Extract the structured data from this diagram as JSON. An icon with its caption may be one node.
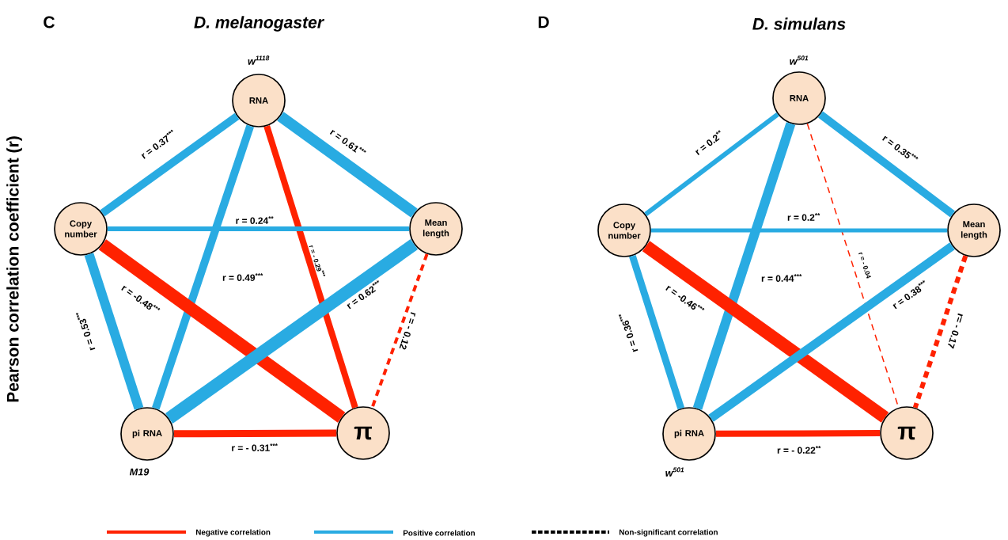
{
  "diagram": {
    "nodes": [
      {
        "text": [
          "RNA"
        ],
        "beside": [
          "w$^{1118}$"
        ]
      },
      {
        "text": [
          "Copy number"
        ]
      },
      {
        "text": [
          "Mean length"
        ]
      },
      {
        "text": [
          "pi RNA"
        ],
        "beside": [
          "M19"
        ]
      },
      {
        "text": [
          "π"
        ]
      },
      {
        "text": [
          "RNA"
        ],
        "beside": [
          "w$^{501}$"
        ]
      },
      {
        "text": [
          "Copy number"
        ]
      },
      {
        "text": [
          "Mean length"
        ]
      },
      {
        "text": [
          "pi RNA"
        ],
        "beside": [
          "w$^{501}$"
        ]
      },
      {
        "text": [
          "π"
        ]
      }
    ],
    "edges": [
      {
        "from": 0,
        "to": 1,
        "arrow": "none",
        "label": "r = 0.37$^{***}$"
      },
      {
        "from": 0,
        "to": 2,
        "arrow": "none",
        "label": "r = 0.61$^{***}$"
      },
      {
        "from": 0,
        "to": 3,
        "arrow": "none",
        "label": "r = 0.49$^{***}$"
      },
      {
        "from": 0,
        "to": 4,
        "arrow": "none",
        "label": "r = - 0.29$^{***}$",
        "color": "#ff2200"
      },
      {
        "from": 1,
        "to": 2,
        "arrow": "none",
        "label": "r = 0.24$^{**}$"
      },
      {
        "from": 1,
        "to": 3,
        "arrow": "none",
        "label": "r = 0.53$^{***}$"
      },
      {
        "from": 1,
        "to": 4,
        "arrow": "none",
        "label": "r = -0.48$^{***}$",
        "color": "#ff2200"
      },
      {
        "from": 2,
        "to": 3,
        "arrow": "none",
        "label": "r = 0.62$^{***}$"
      },
      {
        "from": 2,
        "to": 4,
        "arrow": "none",
        "label": "r = - 0.12",
        "style": "dashed",
        "color": "#ff2200"
      },
      {
        "from": 3,
        "to": 4,
        "arrow": "none",
        "label": "r = - 0.31$^{***}$",
        "color": "#ff2200"
      },
      {
        "from": 5,
        "to": 6,
        "arrow": "none",
        "label": "r = 0.2$^{**}$"
      },
      {
        "from": 5,
        "to": 7,
        "arrow": "none",
        "label": "r = 0.35$^{***}$"
      },
      {
        "from": 5,
        "to": 8,
        "arrow": "none",
        "label": "r = 0.44$^{***}$"
      },
      {
        "from": 5,
        "to": 9,
        "arrow": "none",
        "label": "r = - 0.04",
        "style": "dashed",
        "color": "#ff2200"
      },
      {
        "from": 6,
        "to": 7,
        "arrow": "none",
        "label": "r = 0.2$^{**}$"
      },
      {
        "from": 6,
        "to": 8,
        "arrow": "none",
        "label": "r = 0.36$^{***}$"
      },
      {
        "from": 6,
        "to": 9,
        "arrow": "none",
        "label": "r = -0.46$^{***}$",
        "color": "#ff2200"
      },
      {
        "from": 7,
        "to": 8,
        "arrow": "none",
        "label": "r = 0.38$^{***}$"
      },
      {
        "from": 7,
        "to": 9,
        "arrow": "none",
        "label": "r= - 0.17",
        "style": "dashed",
        "color": "#ff2200"
      },
      {
        "from": 8,
        "to": 9,
        "arrow": "none",
        "label": "r = - 0.22$^{**}$",
        "color": "#ff2200"
      }
    ],
    "labels": [
      "C",
      "D. melanogaster",
      "D",
      "D. simulans",
      "Pearson correlation coefficient (r)"
    ],
    "legend": [
      {
        "text": "Negative correlation"
      },
      {
        "text": "Positive correlation"
      },
      {
        "text": "Non-significant correlation"
      }
    ]
  }
}
